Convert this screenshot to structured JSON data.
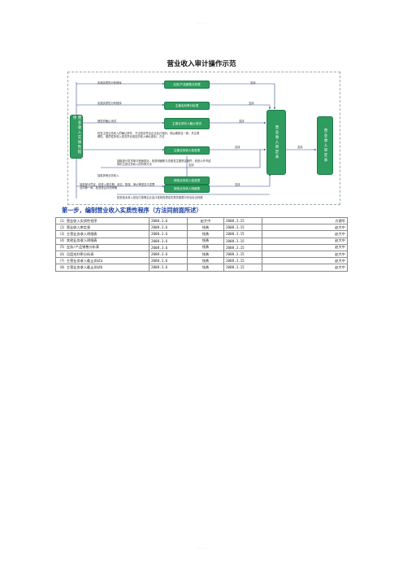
{
  "page_header": "· · · · ·",
  "page_footer": "· · · · ·",
  "title": "营业收入审计操作示范",
  "diagram": {
    "left_box": "营业收入实质性程序",
    "right_box_1": "营业收入审定表",
    "right_box_2": "营业收入审定表",
    "boxes": {
      "b1": "业务/产品销售分析表",
      "b2": "主营毛利率分析表",
      "b3": "主营业务收入截止测试",
      "b4": "主营业务收入检查表",
      "b5": "其他业务收入检查表",
      "b6": "其他业务收入明细表"
    },
    "labels": {
      "l1": "实施实质性分析程序",
      "l2": "实施实质性分析程序",
      "l3": "销售的截止测试",
      "l4": "检查主营业务收入的确认条件、方法是否符合企业会计准则，前后期是否一致；关注周期性、偶然性的收入是否符合既定的收入确认原则、方法",
      "l5": "抽取部分发货单与账面核对，检查明细账与总账发生额是否相符；检查以外币结算的主营业务收入的折算方法",
      "l6": "抽查其他业务收入",
      "l7": "抽查部分凭证，检查入账日期、品名、数量、单价等是否与发票、合同等一致，检查是否存在跨期",
      "l8": "检查营业收入是否已按照企业会计准则的规定在财务报表中作出恰当列报",
      "s1": "支持",
      "s2": "支持",
      "s3": "支持",
      "s4": "支持",
      "s5": "支持",
      "s6": "支持",
      "s7": "支持"
    }
  },
  "step_heading": "第一步，编制营业收入实质性程序（方法同前面所述）",
  "doc_rows": [
    [
      "（1）营业收入实质性程序",
      "2008.3.6",
      "赵大中",
      "2008.3.15",
      "方建军"
    ],
    [
      "（2）营业收入审定表",
      "2008.3.6",
      "钱勇",
      "2008.3.15",
      "赵大中"
    ],
    [
      "（3）主营业务收入明细表",
      "2008.3.6",
      "钱勇",
      "2008.3.15",
      "赵大中"
    ],
    [
      "（4）其他业务收入明细表",
      "2008.3.6",
      "钱勇",
      "2008.3.15",
      "赵大中"
    ],
    [
      "（5）业务/产品销售分析表",
      "2008.3.6",
      "钱勇",
      "2008.3.15",
      "赵大中"
    ],
    [
      "（6）月度毛利率分析表",
      "2008.3.6",
      "钱勇",
      "2008.3.15",
      "赵大中"
    ],
    [
      "（7）主营业务收入截止测试a",
      "2008.3.6",
      "钱勇",
      "2008.3.15",
      "赵大中"
    ],
    [
      "（8）主营业务收入截止测试b",
      "2008.3.6",
      "钱勇",
      "2008.3.15",
      "赵大中"
    ]
  ]
}
